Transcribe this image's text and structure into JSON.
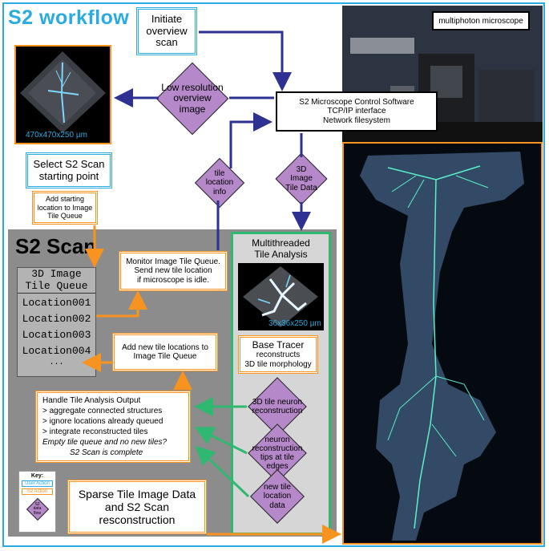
{
  "title": "S2 workflow",
  "initiate_box": "Initiate overview scan",
  "low_res_diamond": "Low resolution overview image",
  "control_software": {
    "line1": "S2 Microscope Control Software",
    "line2": "TCP/IP interface",
    "line3": "Network filesystem"
  },
  "microscope_label": "multiphoton microscope",
  "overview_caption": "470x470x250 µm",
  "select_box": "Select S2 Scan starting point",
  "tile_location_diamond": "tile location info",
  "image_tile_diamond": "3D Image Tile Data",
  "add_start_box": "Add starting location to Image Tile Queue",
  "scan_title": "S2 Scan",
  "queue": {
    "header1": "3D Image",
    "header2": "Tile Queue",
    "items": [
      "Location001",
      "Location002",
      "Location003",
      "Location004"
    ],
    "ellipsis": "..."
  },
  "monitor_box": {
    "line1": "Monitor Image Tile Queue.",
    "line2": "Send new tile location",
    "line3": "if microscope is idle."
  },
  "multithreaded": {
    "line1": "Multithreaded",
    "line2": "Tile Analysis"
  },
  "tile_caption": "36x36x250 µm",
  "base_tracer": {
    "title": "Base Tracer",
    "line1": "reconstructs",
    "line2": "3D tile morphology"
  },
  "add_new_box": "Add new tile locations to Image Tile Queue",
  "handle_box": {
    "title": "Handle Tile Analysis Output",
    "line1": "> aggregate connected structures",
    "line2": "> ignore locations already queued",
    "line3": "> integrate reconstructed tiles",
    "line4": "Empty tile queue and no new tiles?",
    "line5": "S2 Scan is complete"
  },
  "diamond_3d": "3D tile neuron reconstruction",
  "diamond_tips": "neuron reconstruction tips at tile edges",
  "diamond_newloc": "new tile location data",
  "key": {
    "title": "Key:",
    "user": "User Action",
    "s2": "S2 Action",
    "flow": "S2 data flow"
  },
  "sparse_box": "Sparse Tile Image Data and S2 Scan resconstruction",
  "colors": {
    "user_blue": "#29abe2",
    "s2_orange": "#f7931e",
    "diamond_purple": "#b588c9",
    "arrow_navy": "#2e3192",
    "analysis_green": "#2fb86f"
  }
}
